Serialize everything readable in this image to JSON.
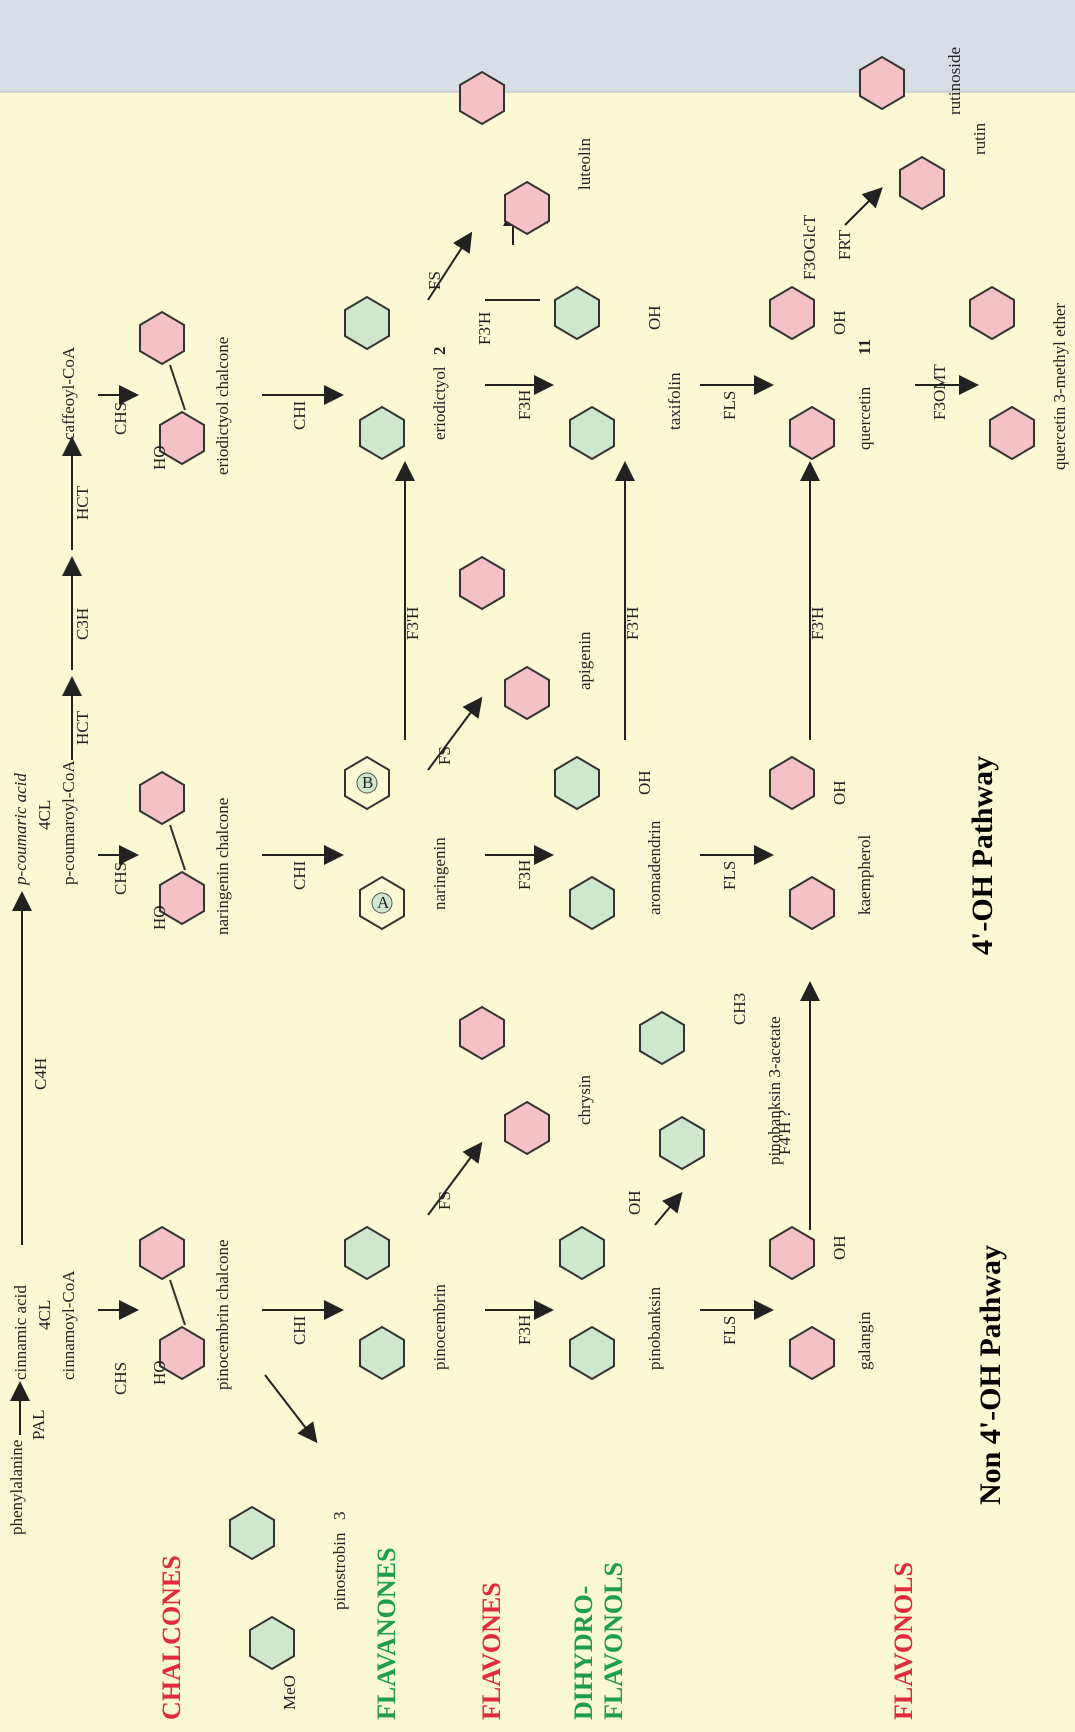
{
  "colors": {
    "background": "#fbf9d4",
    "top_band": "#d9dde6",
    "red": "#e02a3d",
    "green": "#1e9e4a",
    "ring_pink": "#f4c1c6",
    "ring_green": "#cfe7cc"
  },
  "classes": {
    "chalcones": "CHALCONES",
    "flavanones": "FLAVANONES",
    "flavones": "FLAVONES",
    "dihydroflavonols_1": "DIHYDRO-",
    "dihydroflavonols_2": "FLAVONOLS",
    "flavonols": "FLAVONOLS"
  },
  "precursors": {
    "phenylalanine": "phenylalanine",
    "cinnamic_acid": "cinnamic acid",
    "cinnamoyl_coa": "cinnamoyl-CoA",
    "p_coumaric_acid": "p-coumaric acid",
    "p_coumaroyl_coa": "p-coumaroyl-CoA",
    "caffeoyl_coa": "caffeoyl-CoA"
  },
  "enzymes": {
    "pal": "PAL",
    "c4h": "C4H",
    "cl4": "4CL",
    "hct": "HCT",
    "c3h": "C3H",
    "chs": "CHS",
    "chi": "CHI",
    "f3h": "F3H",
    "fs": "FS",
    "fls": "FLS",
    "f3ph": "F3'H",
    "f4ph": "F4'H ?",
    "f3omt": "F3OMT",
    "f3oglct": "F3OGlcT",
    "frt": "FRT"
  },
  "compounds": {
    "pinostrobin": "pinostrobin",
    "pinostrobin_num": "3",
    "pinocembrin_chalcone": "pinocembrin chalcone",
    "naringenin_chalcone": "naringenin chalcone",
    "eriodictyol_chalcone": "eriodictyol chalcone",
    "pinocembrin": "pinocembrin",
    "naringenin": "naringenin",
    "eriodictyol": "eriodictyol",
    "eriodictyol_num": "2",
    "chrysin": "chrysin",
    "apigenin": "apigenin",
    "luteolin": "luteolin",
    "pinobanksin": "pinobanksin",
    "pinobanksin_acetate": "pinobanksin 3-acetate",
    "aromadendrin": "aromadendrin",
    "taxifolin": "taxifolin",
    "galangin": "galangin",
    "kaempherol": "kaempherol",
    "quercetin": "quercetin",
    "quercetin_num": "11",
    "rutin": "rutin",
    "quercetin_methyl": "quercetin 3-methyl ether"
  },
  "groups": {
    "oh": "OH",
    "meo": "MeO",
    "ho": "HO",
    "ch3": "CH3",
    "rutinoside": "rutinoside",
    "ring_a": "A",
    "ring_b": "B"
  },
  "pathways": {
    "non_4oh": "Non 4'-OH Pathway",
    "four_oh": "4'-OH Pathway"
  }
}
